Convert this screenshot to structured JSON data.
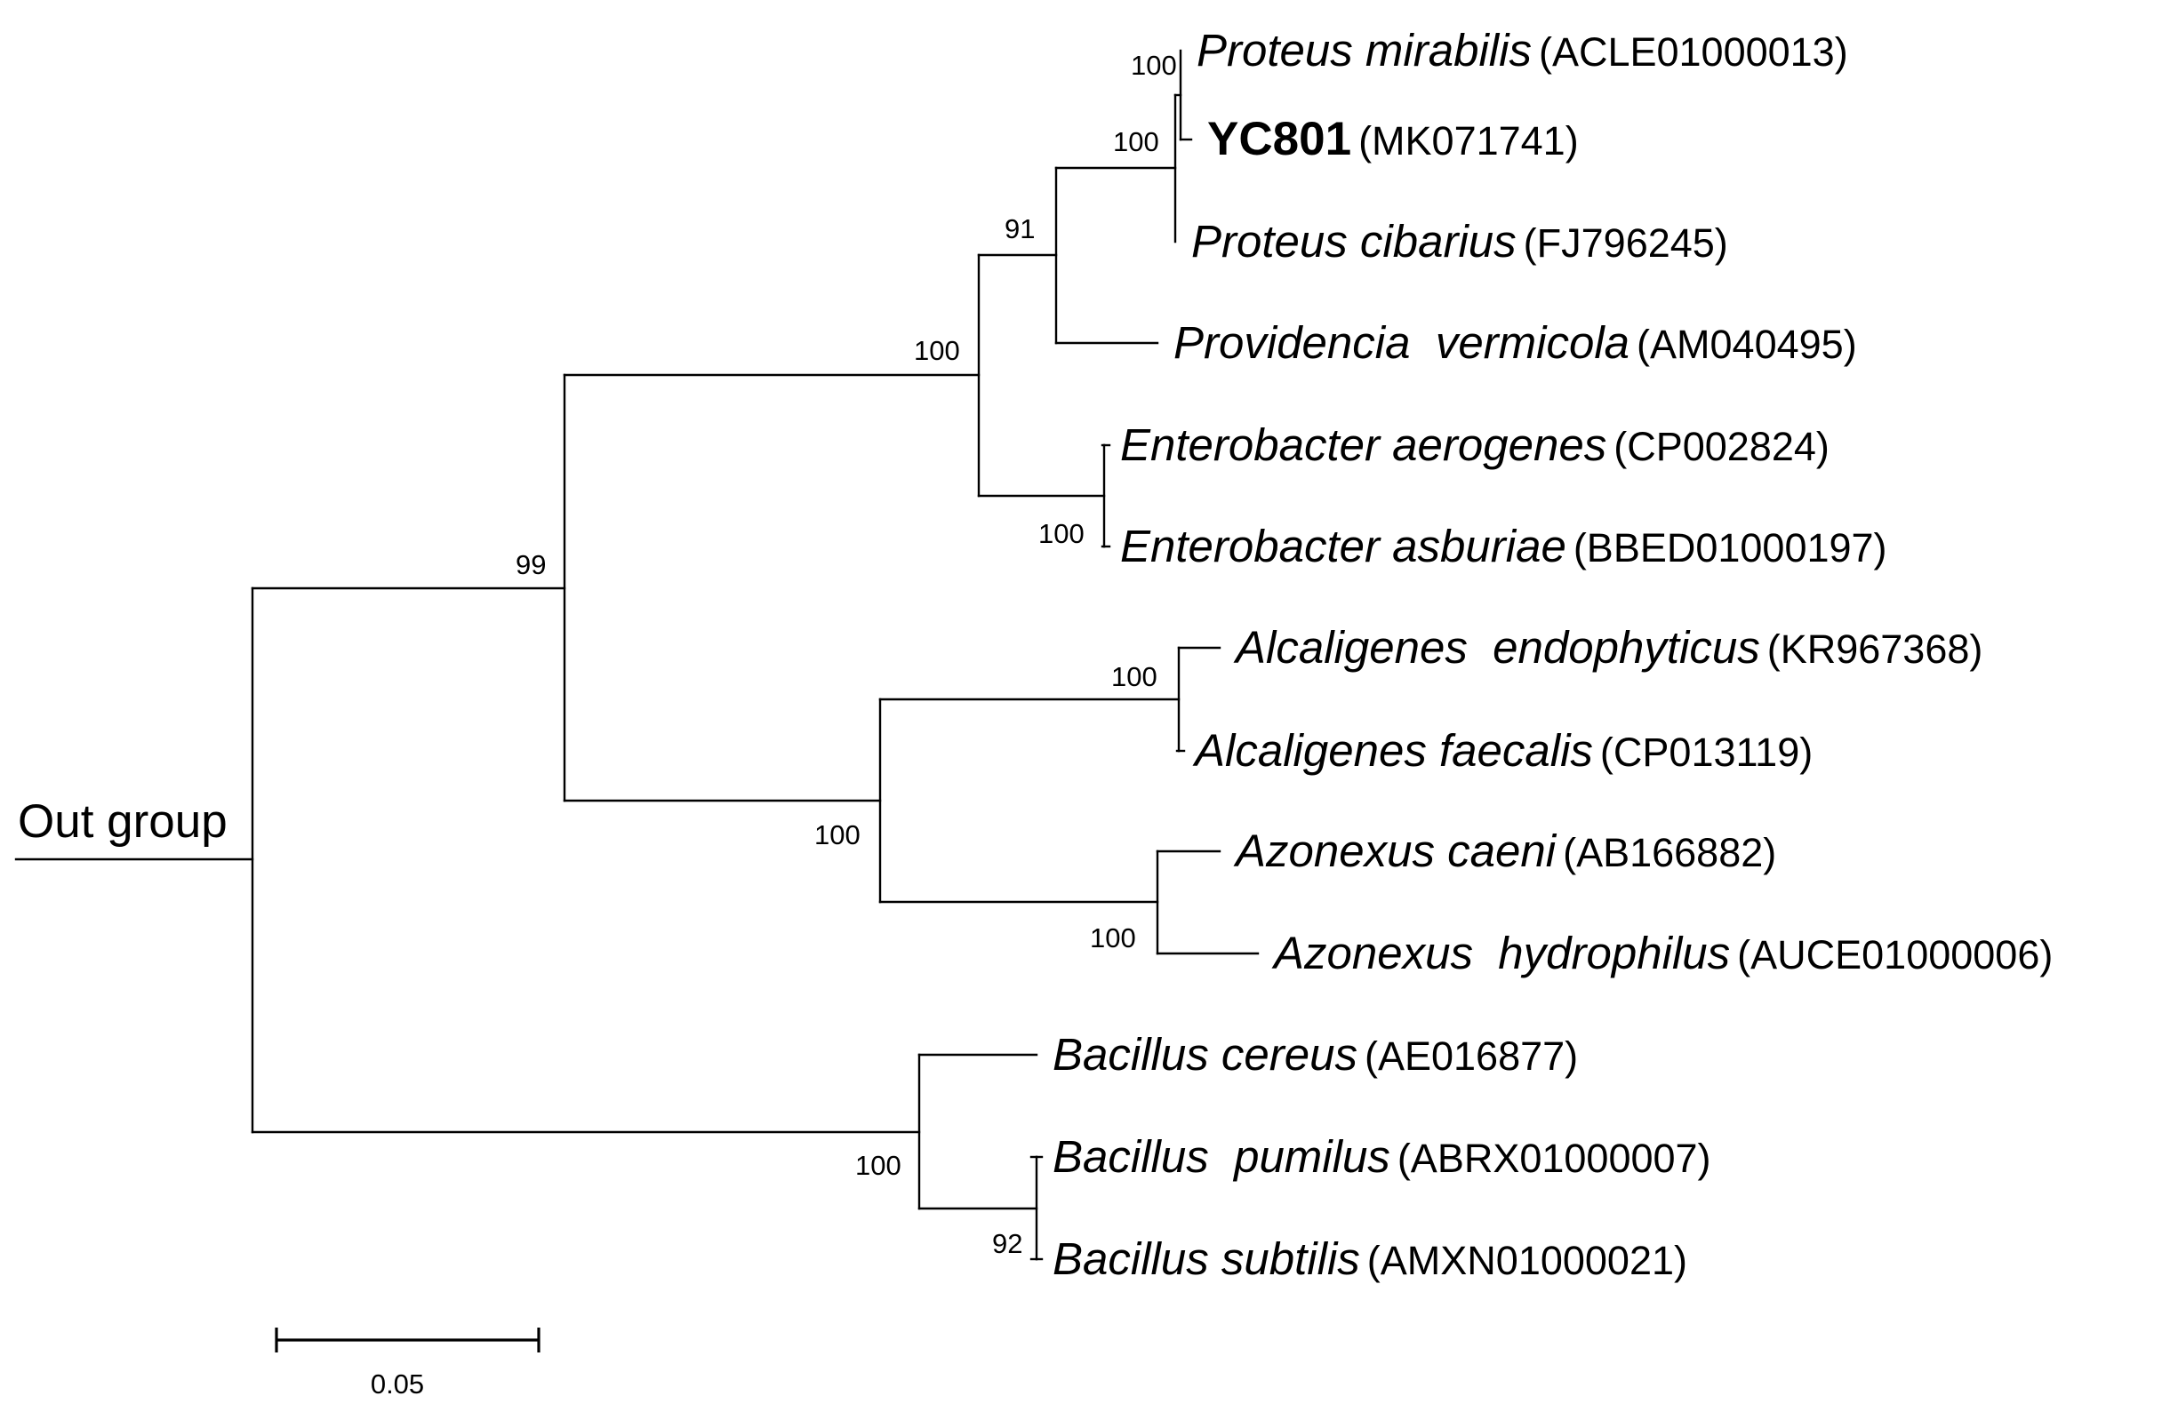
{
  "root_label": "Out group",
  "scale": {
    "label": "0.05",
    "value": 0.05
  },
  "taxa": [
    {
      "id": "t1",
      "name": "Proteus mirabilis",
      "accession": "(ACLE01000013)"
    },
    {
      "id": "t2",
      "name": "YC801",
      "accession": "(MK071741)",
      "is_strain": true
    },
    {
      "id": "t3",
      "name": "Proteus cibarius",
      "accession": "(FJ796245)"
    },
    {
      "id": "t4",
      "name": "Providencia  vermicola",
      "accession": "(AM040495)"
    },
    {
      "id": "t5",
      "name": "Enterobacter aerogenes",
      "accession": "(CP002824)"
    },
    {
      "id": "t6",
      "name": "Enterobacter asburiae",
      "accession": "(BBED01000197)"
    },
    {
      "id": "t7",
      "name": "Alcaligenes  endophyticus",
      "accession": "(KR967368)"
    },
    {
      "id": "t8",
      "name": "Alcaligenes faecalis",
      "accession": "(CP013119)"
    },
    {
      "id": "t9",
      "name": "Azonexus caeni",
      "accession": "(AB166882)"
    },
    {
      "id": "t10",
      "name": "Azonexus  hydrophilus",
      "accession": "(AUCE01000006)"
    },
    {
      "id": "t11",
      "name": "Bacillus cereus",
      "accession": "(AE016877)"
    },
    {
      "id": "t12",
      "name": "Bacillus  pumilus",
      "accession": "(ABRX01000007)"
    },
    {
      "id": "t13",
      "name": "Bacillus subtilis",
      "accession": "(AMXN01000021)"
    }
  ],
  "bootstrap": [
    {
      "node": "n_mir_yc",
      "value": "100"
    },
    {
      "node": "n_proteus",
      "value": "100"
    },
    {
      "node": "n_prot_prov",
      "value": "91"
    },
    {
      "node": "n_entero_group",
      "value": "100"
    },
    {
      "node": "n_entero",
      "value": "100"
    },
    {
      "node": "n_beta_gamma",
      "value": "99"
    },
    {
      "node": "n_alcali",
      "value": "100"
    },
    {
      "node": "n_alc_azo",
      "value": "100"
    },
    {
      "node": "n_azonexus",
      "value": "100"
    },
    {
      "node": "n_bacillus",
      "value": "100"
    },
    {
      "node": "n_pum_sub",
      "value": "92"
    }
  ]
}
